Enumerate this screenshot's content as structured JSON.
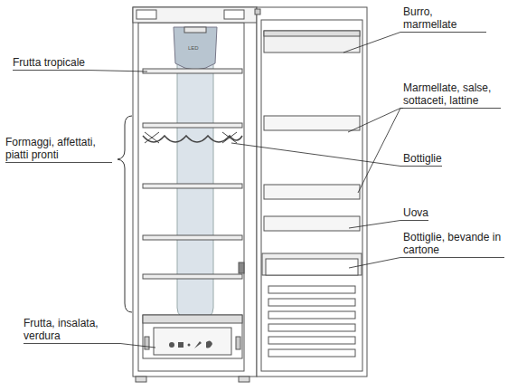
{
  "diagram": {
    "labels": [
      "Frutta tropicale",
      "Formaggi, affettati, piatti pronti",
      "Frutta, insalata, verdura",
      "LED",
      "Burro, marmellate",
      "Marmellate, salse, sottaceti, lattine",
      "Bottiglie",
      "Uova",
      "Bottiglie, bevande in cartone"
    ]
  }
}
